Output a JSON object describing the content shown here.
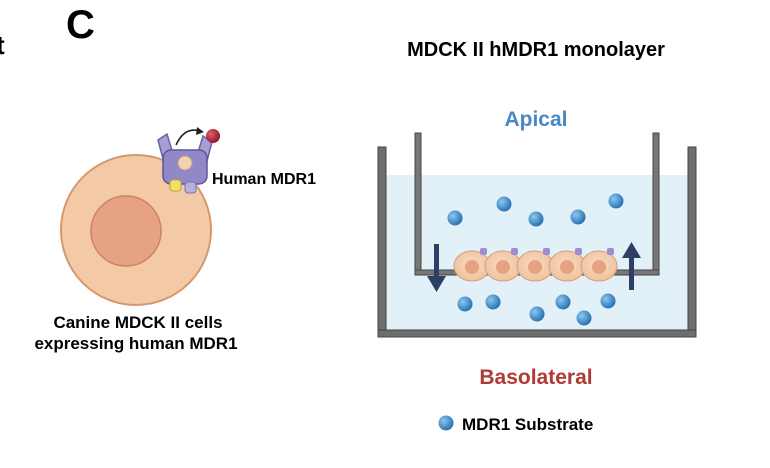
{
  "panel": {
    "prev_letter_fragment": "t",
    "letter": "C",
    "title": "MDCK II hMDR1 monolayer"
  },
  "cell": {
    "caption_line1": "Canine MDCK II cells",
    "caption_line2": "expressing human MDR1",
    "transporter_label": "Human MDR1"
  },
  "transwell": {
    "apical_label": "Apical",
    "basolateral_label": "Basolateral"
  },
  "legend": {
    "substrate_label": "MDR1 Substrate"
  },
  "colors": {
    "apical_text": "#4a86c8",
    "basolateral_text": "#b23a34",
    "substrate": "#2f7fc1",
    "cell_outer": "#f4c9a6",
    "cell_nucleus": "#e6a282",
    "transporter": "#8b83c2",
    "arrow": "#2e3e66",
    "medium": "#e2f0f7",
    "wall": "#6e6e6e"
  }
}
